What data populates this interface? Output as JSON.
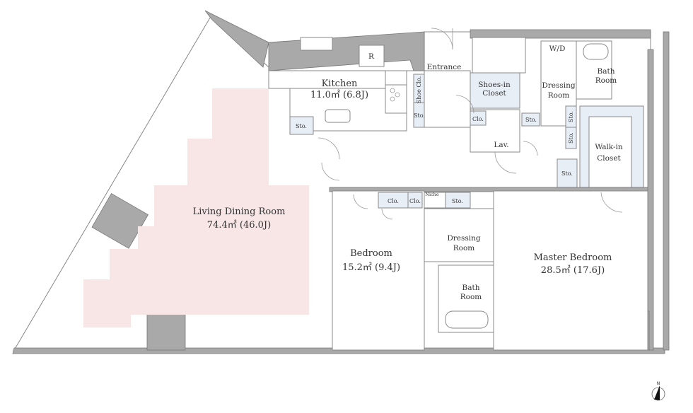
{
  "rooms": {
    "living": {
      "name": "Living Dining Room",
      "area": "74.4㎡ (46.0J)"
    },
    "kitchen": {
      "name": "Kitchen",
      "area": "11.0㎡ (6.8J)"
    },
    "bedroom": {
      "name": "Bedroom",
      "area": "15.2㎡ (9.4J)"
    },
    "master": {
      "name": "Master Bedroom",
      "area": "28.5㎡ (17.6J)"
    },
    "entrance": "Entrance",
    "shoes_in_closet": [
      "Shoes-in",
      "Closet"
    ],
    "walk_in_closet": [
      "Walk-in",
      "Closet"
    ],
    "dressing_room_1": [
      "Dressing",
      "Room"
    ],
    "dressing_room_2": [
      "Dressing",
      "Room"
    ],
    "bath_room_1": [
      "Bath",
      "Room"
    ],
    "bath_room_2": [
      "Bath",
      "Room"
    ],
    "lav": "Lav.",
    "wd": "W/D",
    "refrigerator": "R",
    "shoe_clo": "Shoe Clo.",
    "sto": "Sto.",
    "clo": "Clo.",
    "niche": "Niche"
  },
  "compass": {
    "label": "N"
  },
  "colors": {
    "living_highlight": "#f8e6e6",
    "closet_fill": "#e8eef6",
    "wall": "#a9a9a9"
  }
}
